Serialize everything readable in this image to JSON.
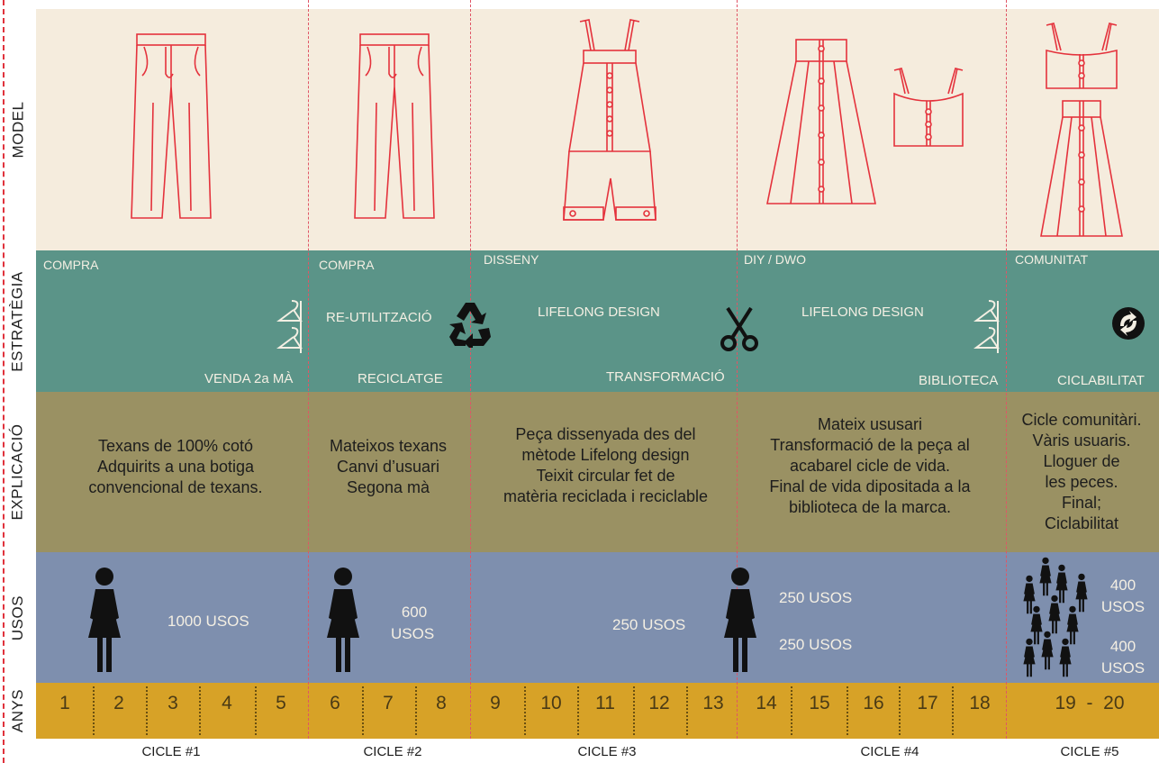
{
  "row_labels": {
    "model": "MODEL",
    "estrategia": "ESTRATÈGIA",
    "explicacio": "EXPLICACIÓ",
    "usos": "USOS",
    "anys": "ANYS"
  },
  "strategy": {
    "c1": {
      "top": "COMPRA",
      "bottom": "VENDA 2a MÀ"
    },
    "c2": {
      "top": "COMPRA",
      "mid": "RE-UTILITZACIÓ",
      "bottom": "RECICLATGE"
    },
    "c3": {
      "top": "DISSENY",
      "mid": "LIFELONG DESIGN",
      "bottom": "TRANSFORMACIÓ"
    },
    "c4": {
      "top": "DIY / DWO",
      "mid": "LIFELONG DESIGN",
      "bottom": "BIBLIOTECA"
    },
    "c5": {
      "top": "COMUNITAT",
      "bottom": "CICLABILITAT"
    }
  },
  "explanation": {
    "c1": [
      "Texans de 100% cotó",
      "Adquirits a una botiga",
      "convencional de texans."
    ],
    "c2": [
      "Mateixos texans",
      "Canvi d’usuari",
      "Segona mà"
    ],
    "c3": [
      "Peça dissenyada des del",
      "mètode Lifelong design",
      "Teixit circular fet de",
      "matèria reciclada i reciclable"
    ],
    "c4": [
      "Mateix ususari",
      "Transformació de la peça al",
      "acabarel cicle de vida.",
      "Final de vida dipositada a la",
      "biblioteca de la marca."
    ],
    "c5": [
      "Cicle comunitàri.",
      "Vàris usuaris.",
      "Lloguer de",
      "les peces.",
      "Final;",
      "Ciclabilitat"
    ]
  },
  "uses": {
    "c1": "1000 USOS",
    "c2": [
      "600",
      "USOS"
    ],
    "c3": "250 USOS",
    "c4a": "250 USOS",
    "c4b": "250 USOS",
    "c5a": [
      "400",
      "USOS"
    ],
    "c5b": [
      "400",
      "USOS"
    ]
  },
  "years": [
    "1",
    "2",
    "3",
    "4",
    "5",
    "6",
    "7",
    "8",
    "9",
    "10",
    "11",
    "12",
    "13",
    "14",
    "15",
    "16",
    "17",
    "18",
    "19  -  20"
  ],
  "cycles": [
    "CICLE #1",
    "CICLE #2",
    "CICLE #3",
    "CICLE #4",
    "CICLE #5"
  ],
  "icons": {
    "c1": "hanger-icon",
    "c2": "recycle-icon",
    "c3": "scissors-icon",
    "c4": "hanger-icon",
    "c5": "green-dot-icon",
    "garments": [
      "jeans-icon",
      "jeans-icon",
      "dungarees-icon",
      "skirt-and-crop-top-icon",
      "crop-top-and-skirt-icon"
    ],
    "people": "woman-icon"
  },
  "colors": {
    "model_bg": "#f5ecdd",
    "strategy_bg": "#5b9488",
    "explanation_bg": "#9a9163",
    "uses_bg": "#7e8fae",
    "years_bg": "#d7a227",
    "line": "#e4323c"
  }
}
